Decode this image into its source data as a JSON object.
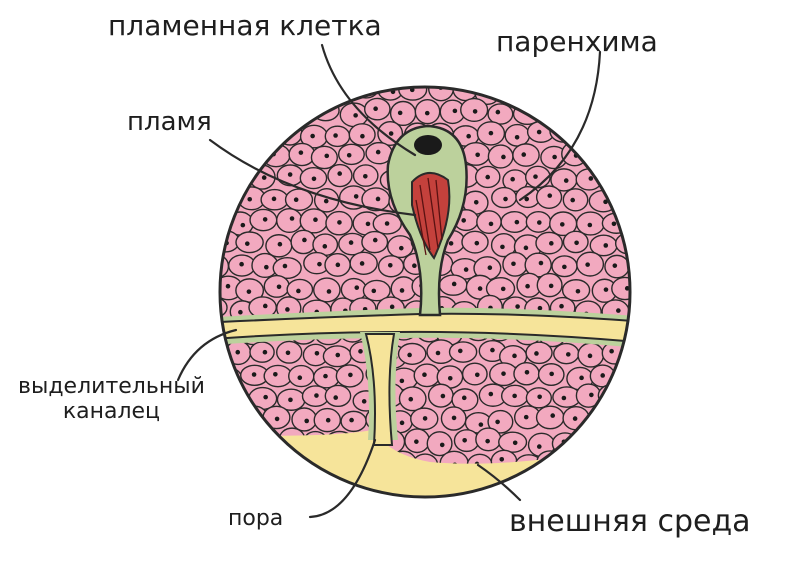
{
  "colors": {
    "parenchyma": "#f2a9bf",
    "cell_outline": "#2a2a2a",
    "duct_fill": "#f6e49a",
    "duct_wall": "#bcd19c",
    "flame": "#c4413c",
    "nucleus": "#1a1a1a",
    "text": "#1e1e1e"
  },
  "labels": {
    "flame_cell": "пламенная клетка",
    "parenchyma": "паренхима",
    "flame": "пламя",
    "excretory_duct_line1": "выделительный",
    "excretory_duct_line2": "каналец",
    "pore": "пора",
    "external_environment": "внешняя среда"
  }
}
